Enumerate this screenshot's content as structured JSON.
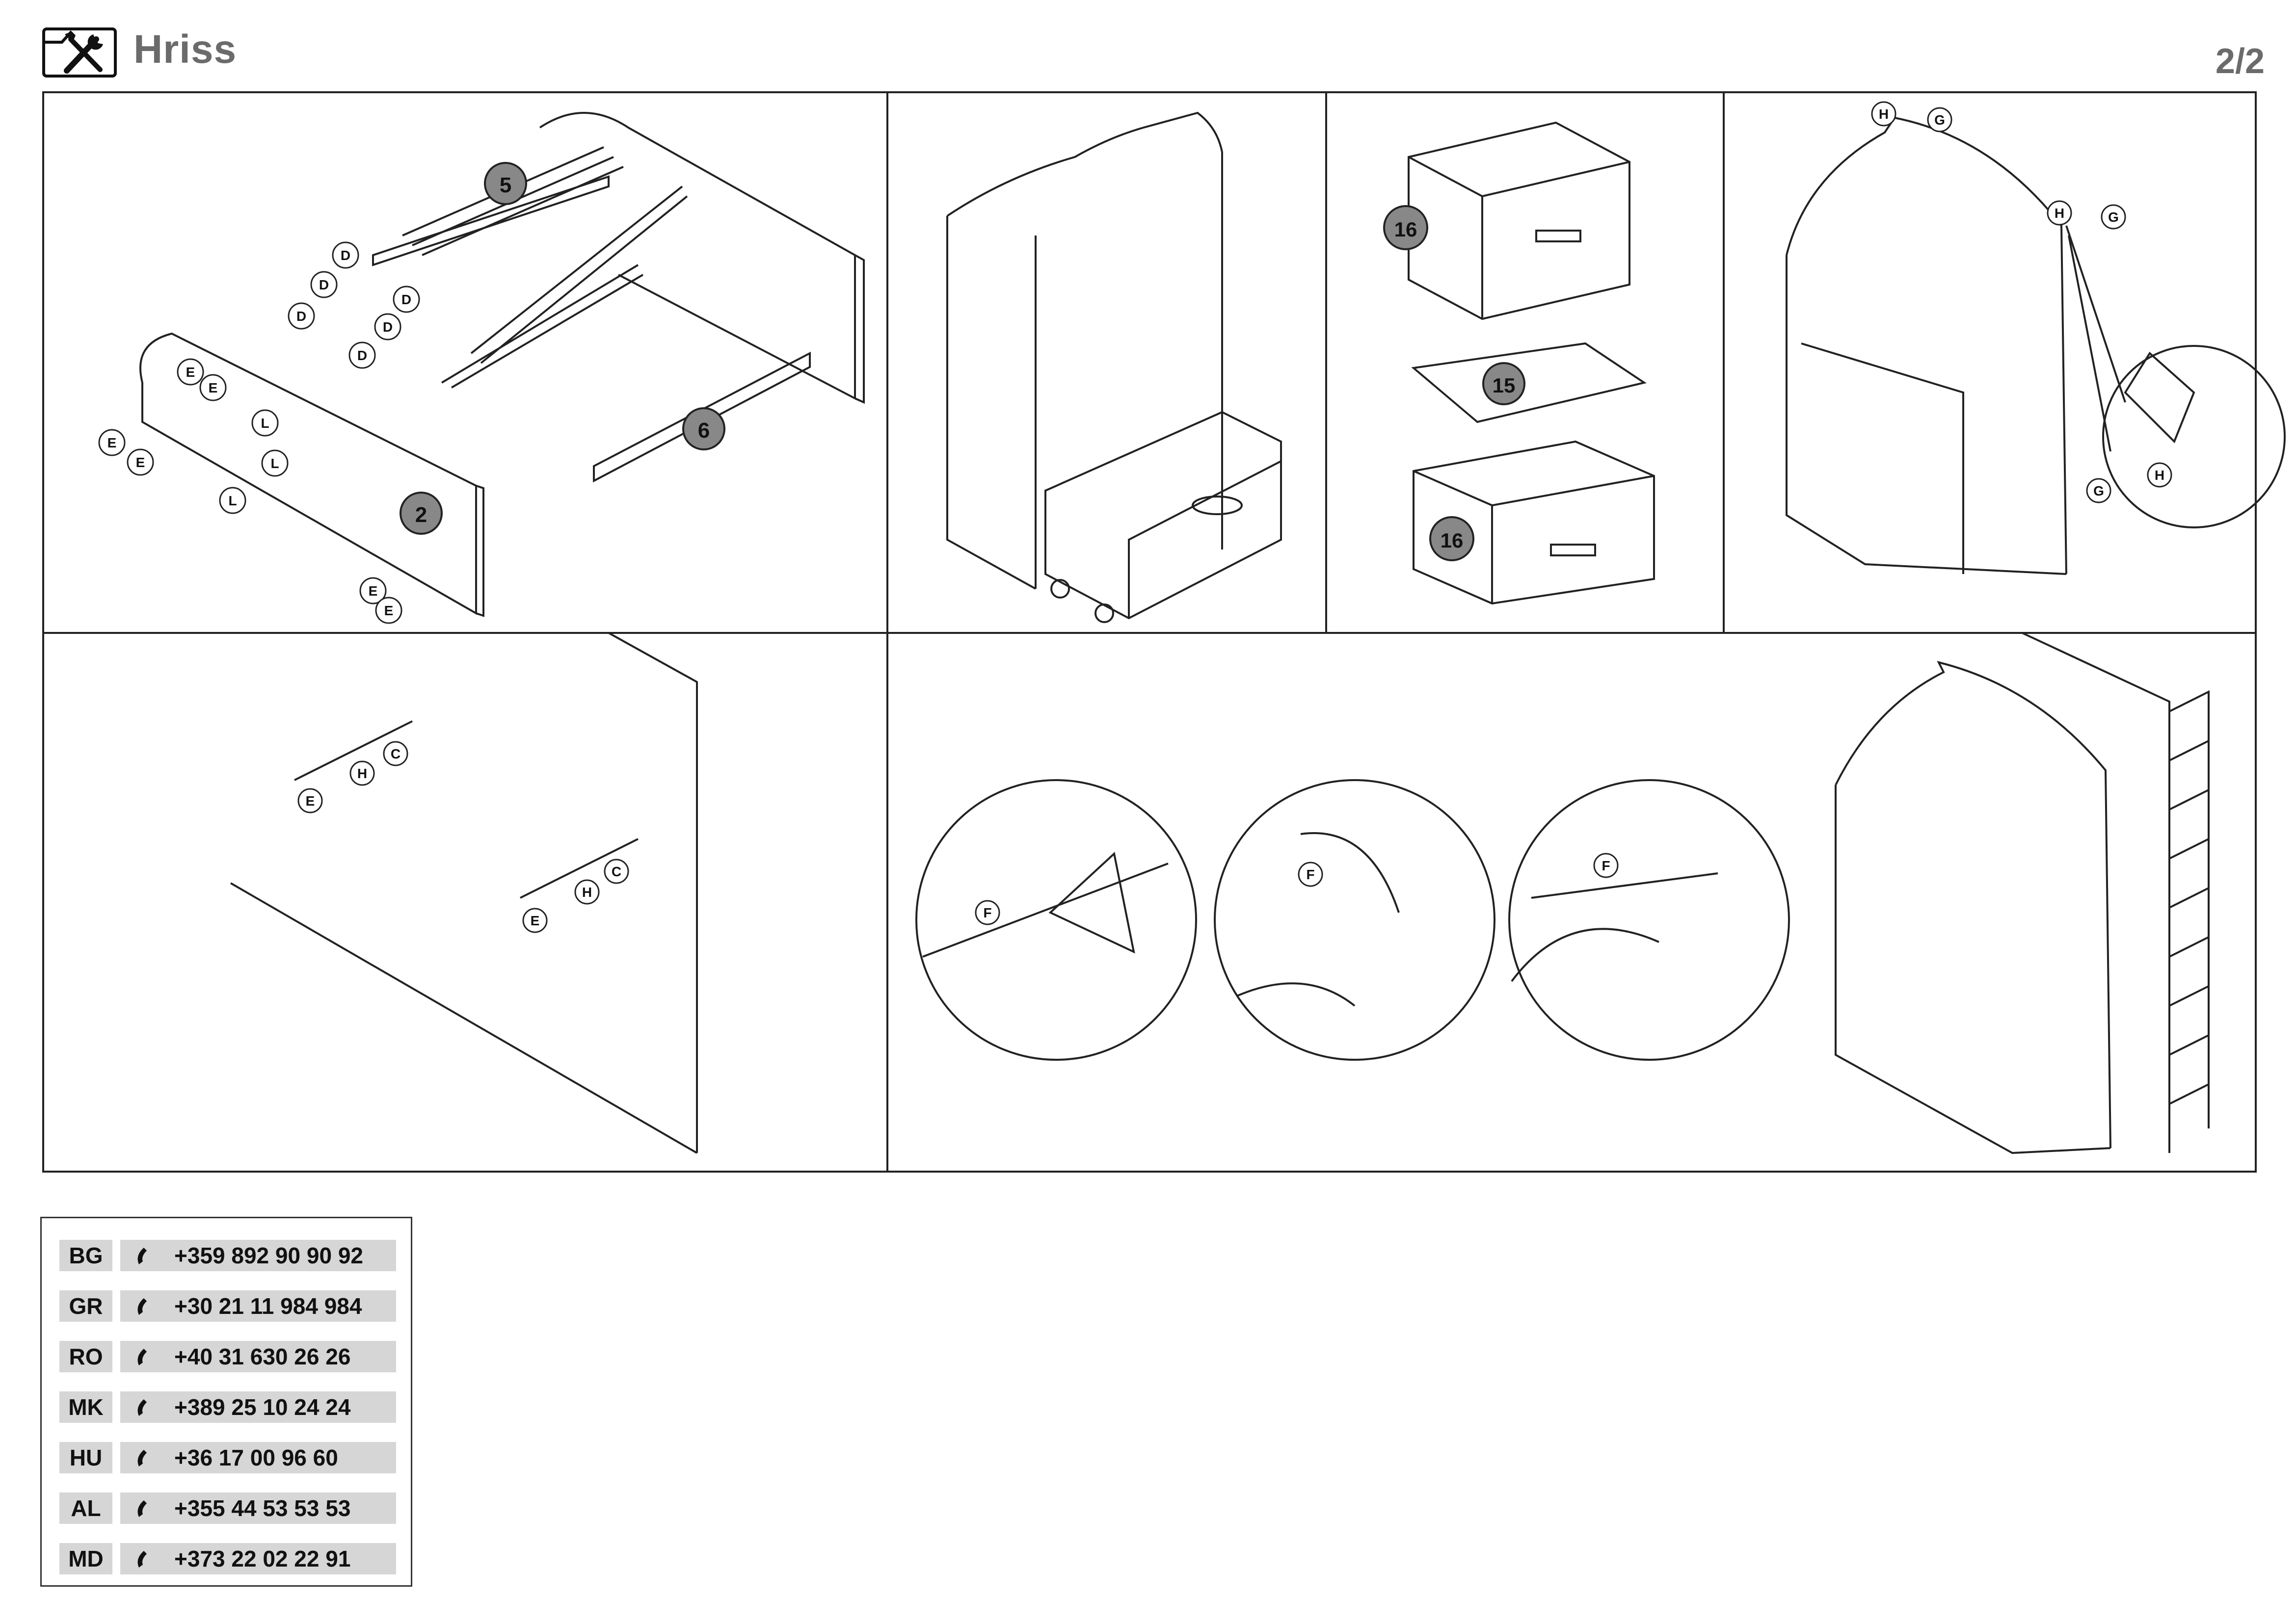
{
  "header": {
    "title": "Hriss",
    "page": "2/2",
    "logo_icon": "tools-icon"
  },
  "steps": {
    "step1": {
      "callouts": [
        "5",
        "6",
        "2"
      ],
      "labels": [
        "D",
        "D",
        "D",
        "D",
        "D",
        "D",
        "E",
        "E",
        "E",
        "E",
        "E",
        "E",
        "L",
        "L",
        "L"
      ]
    },
    "step3": {
      "callouts": [
        "16",
        "15",
        "16"
      ]
    },
    "step4": {
      "labels": [
        "H",
        "G",
        "H",
        "G",
        "G",
        "H"
      ]
    },
    "step5": {
      "labels": [
        "H",
        "C",
        "E",
        "H",
        "C",
        "E"
      ]
    },
    "step6": {
      "labels": [
        "F",
        "F",
        "F"
      ]
    }
  },
  "contacts": [
    {
      "code": "BG",
      "phone": "+359 892 90 90 92"
    },
    {
      "code": "GR",
      "phone": "+30 21 11 984 984"
    },
    {
      "code": "RO",
      "phone": "+40 31 630 26 26"
    },
    {
      "code": "MK",
      "phone": "+389 25 10 24 24"
    },
    {
      "code": "HU",
      "phone": "+36 17 00 96 60"
    },
    {
      "code": "AL",
      "phone": "+355 44 53 53 53"
    },
    {
      "code": "MD",
      "phone": "+373 22 02 22 91"
    }
  ],
  "contact_icon": "phone-icon"
}
